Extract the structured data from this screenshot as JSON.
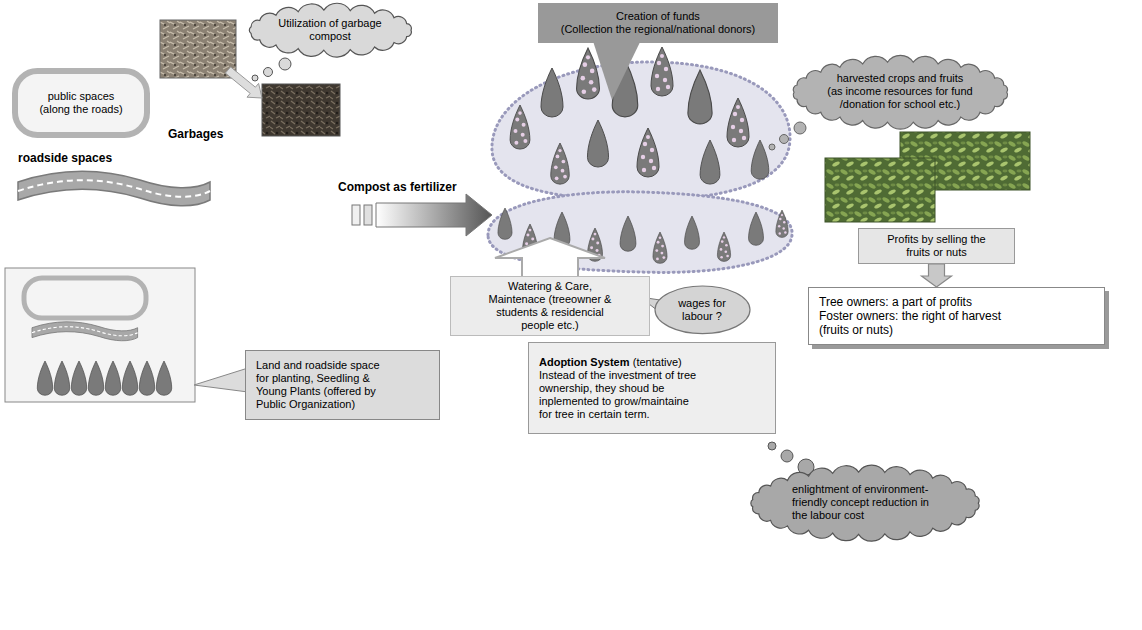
{
  "diagram": {
    "nodes": [
      {
        "text": [
          "Utilization of garbage compost"
        ]
      },
      {
        "text": [
          "Creation of funds",
          "(Collection the regional/national donors)"
        ]
      },
      {
        "text": [
          "public spaces (along the roads)"
        ]
      },
      {
        "text": [
          "harvested crops and fruits",
          "(as income resources for fund /donation for school etc.)"
        ]
      },
      {
        "text": [
          "Profits by selling the fruits or nuts"
        ]
      },
      {
        "text": [
          "Tree owners: a part of profits",
          "Foster owners: the right of harvest (fruits or nuts)"
        ]
      },
      {
        "text": [
          "Watering & Care, Maintenace (treeowner & students & residencial people etc.)"
        ]
      },
      {
        "text": [
          "wages for labour ?"
        ]
      },
      {
        "text": [
          "Land and roadside space for planting, Seedling & Young Plants (offered by Public Organization)"
        ]
      },
      {
        "text": [
          "Adoption System",
          "(tentative)",
          "Instead of the investment of tree ownership, they shoud be inplemented to grow/maintaine for tree in certain term."
        ]
      },
      {
        "text": [
          "enlightment of environment-friendly concept reduction in the labour cost"
        ]
      }
    ],
    "edges": [
      {
        "from": 4,
        "to": 5,
        "arrow": "to"
      }
    ],
    "labels": [
      "Garbages",
      "Compost as fertilizer",
      "roadside spaces"
    ]
  }
}
